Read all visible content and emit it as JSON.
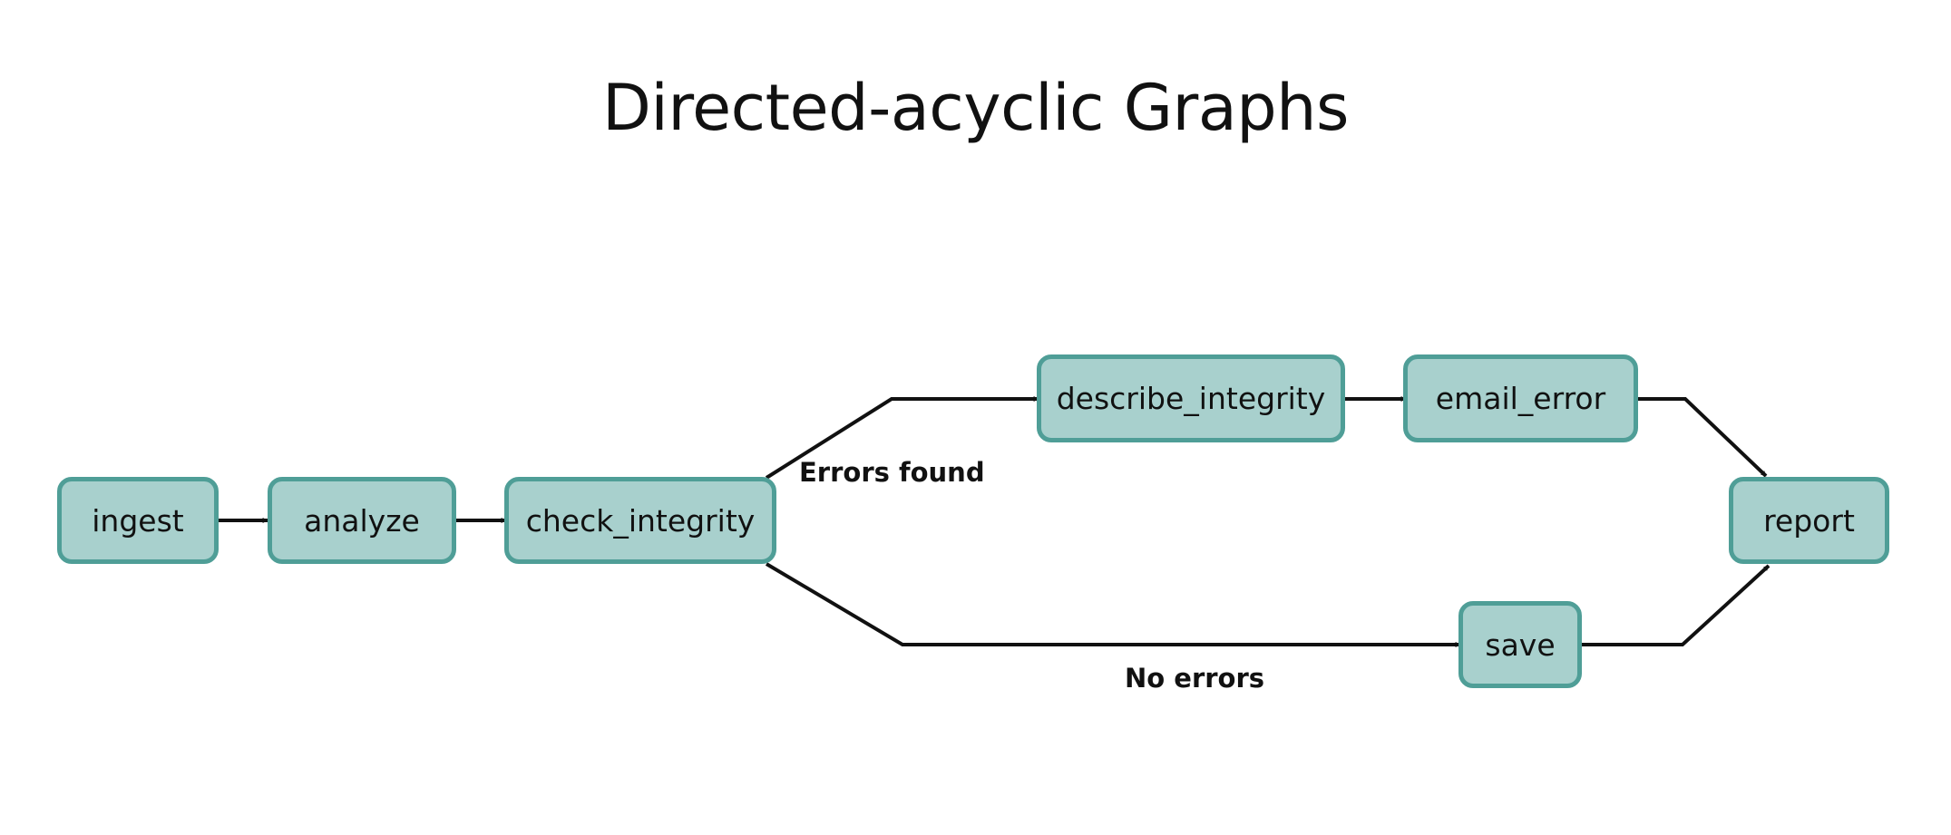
{
  "title": "Directed-acyclic Graphs",
  "colors": {
    "node_fill": "#a8d0cd",
    "node_border": "#4f9e97",
    "edge": "#111111"
  },
  "nodes": {
    "ingest": "ingest",
    "analyze": "analyze",
    "check_integrity": "check_integrity",
    "describe_integrity": "describe_integrity",
    "email_error": "email_error",
    "save": "save",
    "report": "report"
  },
  "edge_labels": {
    "errors_found": "Errors found",
    "no_errors": "No errors"
  },
  "edges": [
    {
      "from": "ingest",
      "to": "analyze"
    },
    {
      "from": "analyze",
      "to": "check_integrity"
    },
    {
      "from": "check_integrity",
      "to": "describe_integrity",
      "label": "Errors found"
    },
    {
      "from": "describe_integrity",
      "to": "email_error"
    },
    {
      "from": "email_error",
      "to": "report"
    },
    {
      "from": "check_integrity",
      "to": "save",
      "label": "No errors"
    },
    {
      "from": "save",
      "to": "report"
    }
  ]
}
